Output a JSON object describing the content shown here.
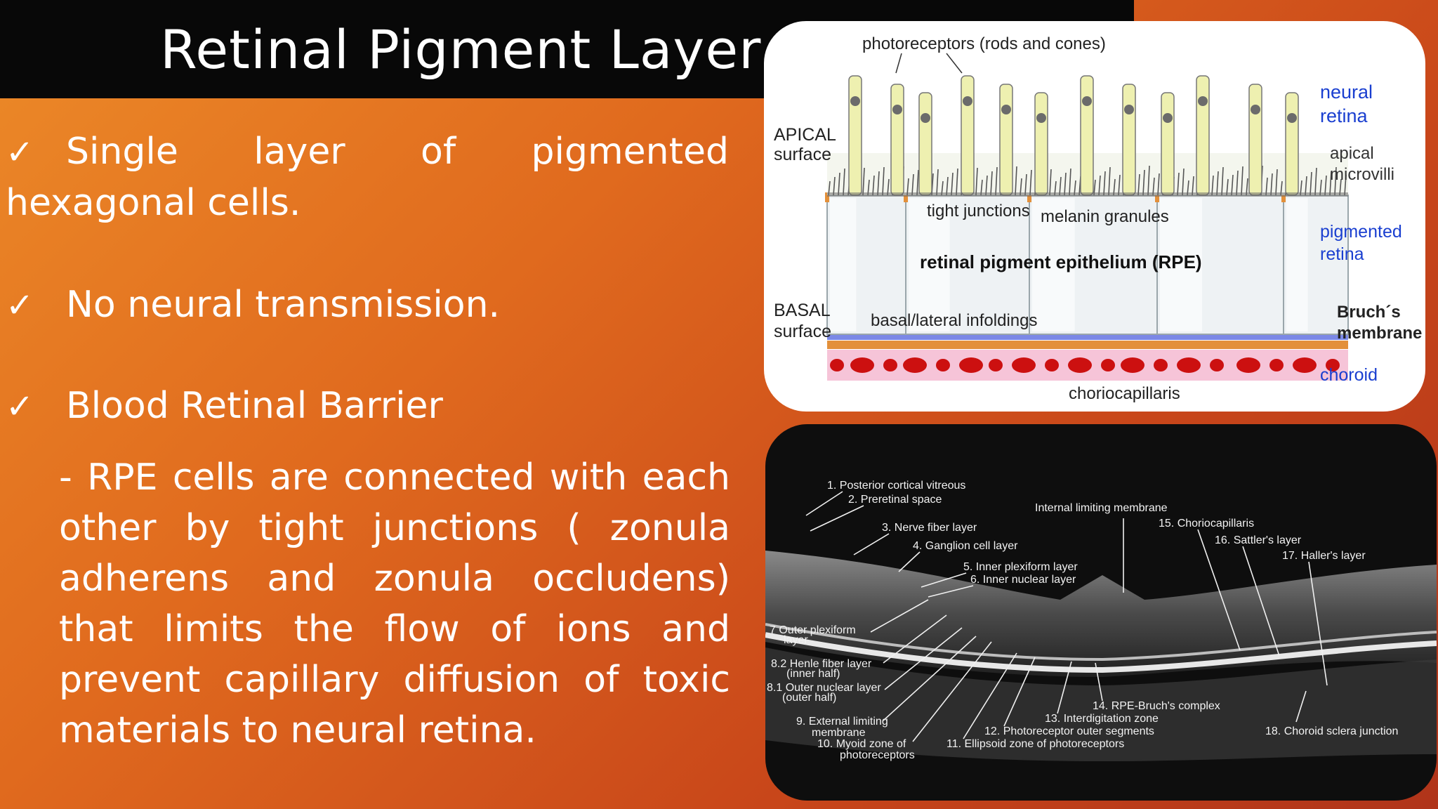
{
  "slide": {
    "title": "Retinal Pigment Layer",
    "bullets": [
      {
        "check": "✓",
        "text": "Single layer of pigmented hexagonal cells."
      },
      {
        "check": "✓",
        "text": "No neural transmission."
      },
      {
        "check": "✓",
        "text": "Blood Retinal Barrier"
      }
    ],
    "subtext": "- RPE cells are connected with each other by tight junctions ( zonula adherens and zonula occludens) that limits the flow of ions and prevent capillary diffusion of toxic materials to neural retina."
  },
  "diagram_top": {
    "labels": {
      "photoreceptors": "photoreceptors (rods and cones)",
      "apical1": "APICAL",
      "apical2": "surface",
      "basal1": "BASAL",
      "basal2": "surface",
      "neural1": "neural",
      "neural2": "retina",
      "microvilli1": "apical",
      "microvilli2": "microvilli",
      "pigmented1": "pigmented",
      "pigmented2": "retina",
      "bruch1": "Bruch´s",
      "bruch2": "membrane",
      "choroid": "choroid",
      "tight": "tight junctions",
      "melanin": "melanin granules",
      "rpe": "retinal pigment epithelium (RPE)",
      "infoldings": "basal/lateral infoldings",
      "choriocapillaris": "choriocapillaris"
    },
    "colors": {
      "blue_label": "#1a3fd0",
      "cell": "#eef2f4",
      "photoreceptor": "#eef0b0",
      "vessel": "#cc1010",
      "choroid_bg": "#f6c4d8"
    }
  },
  "oct": {
    "labels": [
      "1. Posterior cortical vitreous",
      "2. Preretinal space",
      "3. Nerve fiber layer",
      "4. Ganglion cell layer",
      "5. Inner plexiform layer",
      "6. Inner nuclear layer",
      "Internal limiting membrane",
      "15. Choriocapillaris",
      "16. Sattler's layer",
      "17. Haller's layer",
      "7 Outer plexiform",
      "layer",
      "8.2 Henle fiber layer",
      "(inner half)",
      "8.1 Outer nuclear layer",
      "(outer half)",
      "9. External limiting",
      "membrane",
      "10. Myoid zone of",
      "photoreceptors",
      "11. Ellipsoid zone of photoreceptors",
      "12. Photoreceptor outer segments",
      "13. Interdigitation zone",
      "14. RPE-Bruch's complex",
      "18. Choroid sclera junction"
    ]
  }
}
